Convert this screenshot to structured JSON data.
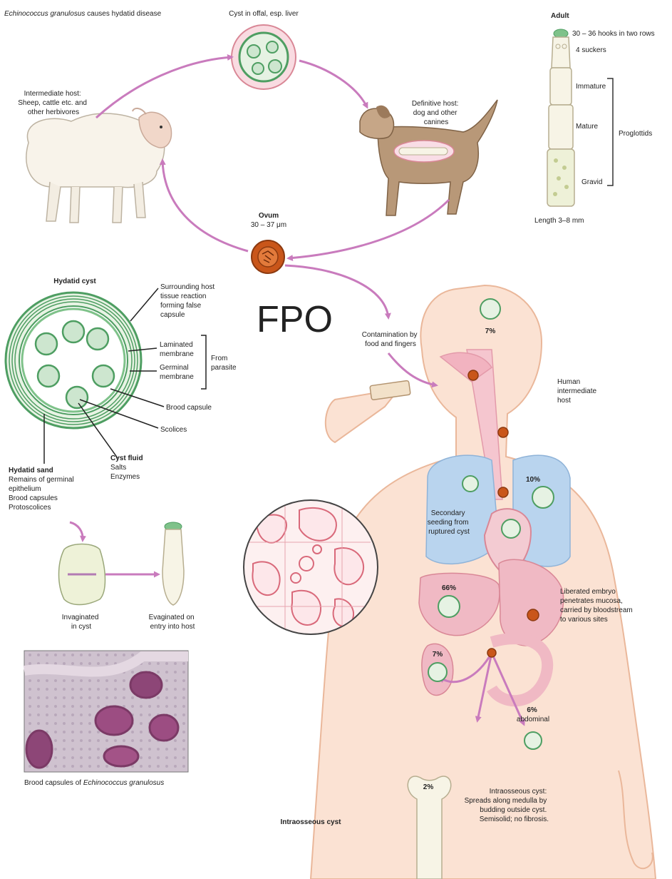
{
  "colors": {
    "arrow": "#c97bbd",
    "cyst_green": "#4e9e62",
    "cyst_fill": "#e6f2e3",
    "skin": "#fbe2d3",
    "lung": "#b9d4ee",
    "organ": "#f0b9c4",
    "ovum": "#c9561a",
    "dog": "#b89878"
  },
  "title": {
    "species": "Echinococcus granulosus",
    "rest": " causes hydatid disease"
  },
  "offal_cyst": "Cyst in offal, esp. liver",
  "intermediate_host": [
    "Intermediate host:",
    "Sheep, cattle etc. and",
    "other herbivores"
  ],
  "definitive_host": [
    "Definitive host:",
    "dog and other",
    "canines"
  ],
  "adult": {
    "title": "Adult",
    "hooks": "30 – 36 hooks in two rows",
    "suckers": "4 suckers",
    "immature": "Immature",
    "mature": "Mature",
    "gravid": "Gravid",
    "proglottids": "Proglottids",
    "length": "Length 3–8 mm"
  },
  "ovum": {
    "title": "Ovum",
    "size": "30 – 37 μm"
  },
  "fpo": "FPO",
  "hydatid_cyst": {
    "title": "Hydatid cyst",
    "host_reaction": [
      "Surrounding host",
      "tissue reaction",
      "forming false",
      "capsule"
    ],
    "laminated": [
      "Laminated",
      "membrane"
    ],
    "germinal": [
      "Germinal",
      "membrane"
    ],
    "from_parasite": [
      "From",
      "parasite"
    ],
    "brood_capsule": "Brood capsule",
    "scolices": "Scolices",
    "cyst_fluid": {
      "title": "Cyst fluid",
      "items": [
        "Salts",
        "Enzymes"
      ]
    },
    "sand": {
      "title": "Hydatid sand",
      "lines": [
        "Remains of germinal",
        "epithelium",
        "Brood capsules",
        "Protoscolices"
      ]
    }
  },
  "invaginated": [
    "Invaginated",
    "in cyst"
  ],
  "evaginated": [
    "Evaginated on",
    "entry into host"
  ],
  "micrograph": {
    "pre": "Brood capsules of ",
    "species": "Echinococcus granulosus"
  },
  "contamination": [
    "Contamination by",
    "food and fingers"
  ],
  "human_host": [
    "Human",
    "intermediate",
    "host"
  ],
  "pct_brain": "7%",
  "pct_lung": "10%",
  "pct_liver": "66%",
  "pct_kidney": "7%",
  "pct_abdominal": [
    "6%",
    "abdominal"
  ],
  "pct_bone": "2%",
  "secondary_seeding": [
    "Secondary",
    "seeding from",
    "ruptured cyst"
  ],
  "liberated_embryo": [
    "Liberated embryo",
    "penetrates mucosa,",
    "carried by bloodstream",
    "to various sites"
  ],
  "intraosseous_label": "Intraosseous cyst",
  "intraosseous_desc": [
    "Intraosseous cyst:",
    "Spreads along medulla by",
    "budding outside cyst.",
    "Semisolid; no fibrosis."
  ]
}
